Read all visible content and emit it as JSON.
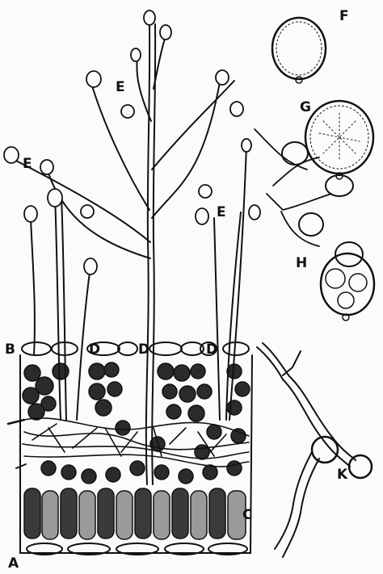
{
  "figure": {
    "labels": {
      "A": "A",
      "B": "B",
      "C": "C",
      "D1": "D",
      "D2": "D",
      "D3": "D",
      "E1": "E",
      "E2": "E",
      "E3": "E",
      "F": "F",
      "G": "G",
      "H": "H",
      "K": "K"
    },
    "colors": {
      "ink": "#111111",
      "cell_fill": "#2a2a2a",
      "cell_light": "#888888",
      "paper": "#fbfbf9"
    }
  }
}
